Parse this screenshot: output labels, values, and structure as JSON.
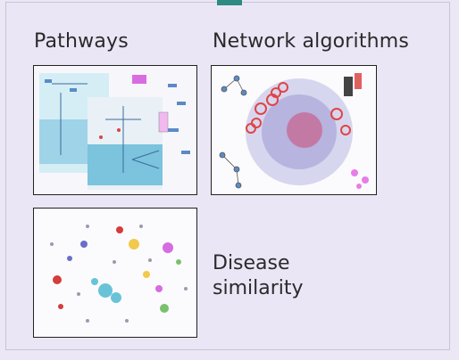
{
  "tiles": [
    {
      "label": "Pathways",
      "icon": "pathway-diagram-icon"
    },
    {
      "label": "Network algorithms",
      "icon": "network-graph-icon"
    },
    {
      "icon": "disease-network-icon"
    }
  ],
  "disease_caption": {
    "line1": "Disease",
    "line2": "similarity"
  },
  "colors": {
    "accent": "#2e8b84",
    "panel": "#ebe6f6"
  }
}
